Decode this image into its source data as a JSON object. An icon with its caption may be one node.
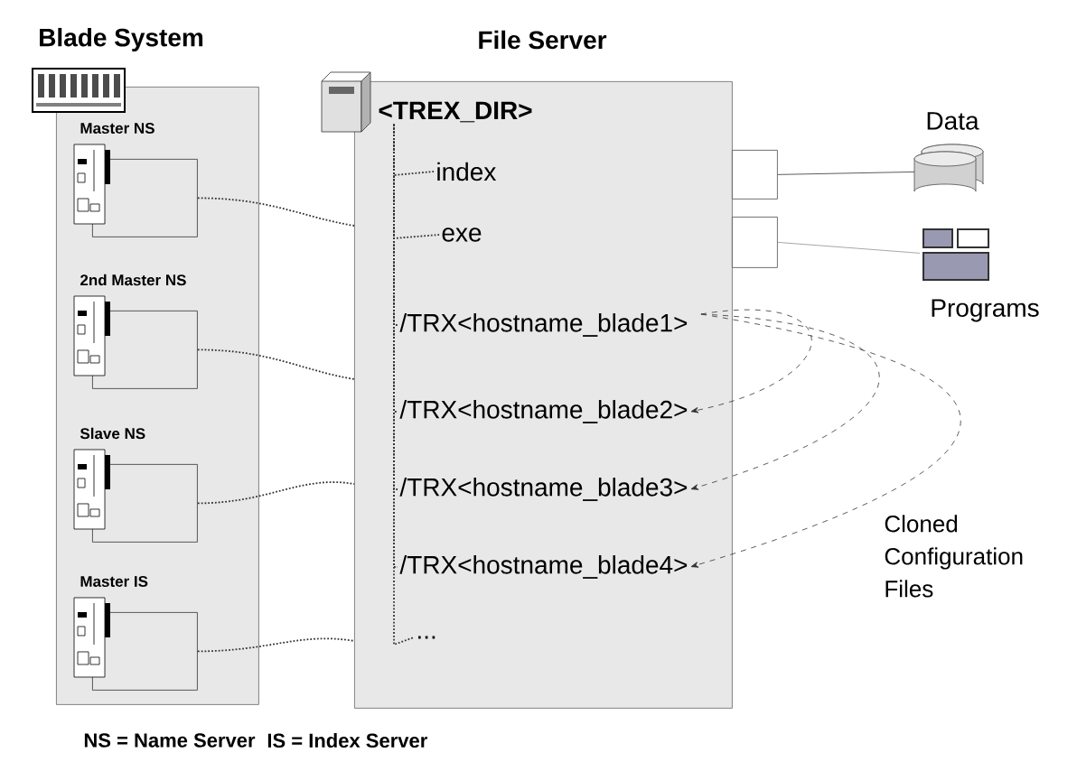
{
  "diagram": {
    "nodes": [
      {
        "text": [
          "Blade System"
        ]
      },
      {
        "text": [
          "Master NS"
        ],
        "in": 0
      },
      {
        "text": [
          "2nd Master NS"
        ],
        "in": 0
      },
      {
        "text": [
          "Slave NS"
        ],
        "in": 0
      },
      {
        "text": [
          "Master IS"
        ],
        "in": 0
      },
      {
        "text": [
          "File Server"
        ]
      },
      {
        "text": [
          "<TREX_DIR>"
        ],
        "in": 5
      },
      {
        "text": [
          "index"
        ],
        "in": 5
      },
      {
        "text": [
          "exe"
        ],
        "in": 5
      },
      {
        "text": [
          "/TRX<hostname_blade1>"
        ],
        "in": 5
      },
      {
        "text": [
          "/TRX<hostname_blade2>"
        ],
        "in": 5
      },
      {
        "text": [
          "/TRX<hostname_blade3>"
        ],
        "in": 5
      },
      {
        "text": [
          "/TRX<hostname_blade4>"
        ],
        "in": 5
      },
      {
        "text": [
          "..."
        ],
        "in": 5
      },
      {
        "text": [],
        "shape": "box"
      },
      {
        "text": [],
        "shape": "box"
      },
      {
        "text": [
          "Data"
        ]
      },
      {
        "text": [
          "Programs"
        ]
      }
    ],
    "edges": [
      {
        "from": 6,
        "to": 7,
        "arrow": "none",
        "style": "dashed"
      },
      {
        "from": 6,
        "to": 8,
        "arrow": "none",
        "style": "dashed"
      },
      {
        "from": 6,
        "to": 9,
        "arrow": "none",
        "style": "dashed"
      },
      {
        "from": 6,
        "to": 10,
        "arrow": "none",
        "style": "dashed"
      },
      {
        "from": 6,
        "to": 11,
        "arrow": "none",
        "style": "dashed"
      },
      {
        "from": 6,
        "to": 12,
        "arrow": "none",
        "style": "dashed"
      },
      {
        "from": 6,
        "to": 13,
        "arrow": "none",
        "style": "dashed"
      },
      {
        "from": 1,
        "to": 5,
        "arrow": "none",
        "style": "dashed"
      },
      {
        "from": 2,
        "to": 5,
        "arrow": "none",
        "style": "dashed"
      },
      {
        "from": 3,
        "to": 5,
        "arrow": "none",
        "style": "dashed"
      },
      {
        "from": 4,
        "to": 5,
        "arrow": "none",
        "style": "dashed"
      },
      {
        "from": 14,
        "to": 16,
        "arrow": "none"
      },
      {
        "from": 15,
        "to": 17,
        "arrow": "none",
        "color": "#909090"
      },
      {
        "from": 9,
        "to": 10,
        "arrow": "to",
        "style": "dashed"
      },
      {
        "from": 9,
        "to": 11,
        "arrow": "to",
        "style": "dashed"
      },
      {
        "from": 9,
        "to": 12,
        "arrow": "to",
        "style": "dashed"
      }
    ],
    "labels": [
      "Cloned Configuration Files",
      "NS = Name Server",
      "IS = Index Server"
    ]
  }
}
